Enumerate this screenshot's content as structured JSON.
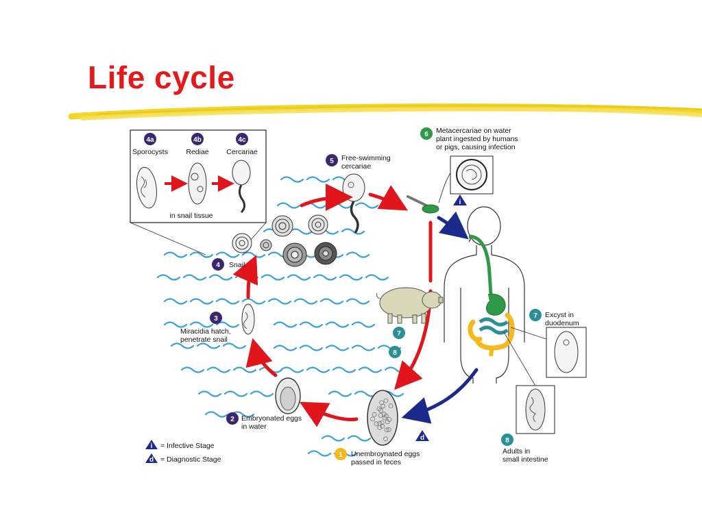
{
  "slide": {
    "title": "Life cycle",
    "accent_color": "#e3191c",
    "brush_color": "#f2d72a"
  },
  "diagram": {
    "inset": {
      "stages": [
        {
          "badge": "4a",
          "label": "Sporocysts"
        },
        {
          "badge": "4b",
          "label": "Rediae"
        },
        {
          "badge": "4c",
          "label": "Cercariae"
        }
      ],
      "caption": "in snail tissue"
    },
    "steps": [
      {
        "badge": "1",
        "badge_color": "#f5b91e",
        "lines": [
          "Unembroynated eggs",
          "passed in feces"
        ]
      },
      {
        "badge": "2",
        "badge_color": "#3b2770",
        "lines": [
          "Embryonated eggs",
          "in water"
        ]
      },
      {
        "badge": "3",
        "badge_color": "#3b2770",
        "lines": [
          "Miracidia hatch,",
          "penetrate snail"
        ]
      },
      {
        "badge": "4",
        "badge_color": "#3b2770",
        "lines": [
          "Snail"
        ]
      },
      {
        "badge": "5",
        "badge_color": "#3b2770",
        "lines": [
          "Free-swimming",
          "cercariae"
        ]
      },
      {
        "badge": "6",
        "badge_color": "#2e9a48",
        "lines": [
          "Metacercariae on water",
          "plant ingested by humans",
          "or pigs, causing infection"
        ]
      },
      {
        "badge": "7",
        "badge_color": "#2b8f97",
        "lines": [
          "Excyst in",
          "duodenum"
        ]
      },
      {
        "badge": "8",
        "badge_color": "#2b8f97",
        "lines": [
          "Adults in",
          "small intestine"
        ]
      }
    ],
    "pig_badges": [
      "7",
      "8"
    ],
    "legend": [
      {
        "symbol": "i",
        "label": "= Infective Stage"
      },
      {
        "symbol": "d",
        "label": "= Diagnostic Stage"
      }
    ],
    "colors": {
      "red_arrow": "#e0161c",
      "blue_arrow": "#1b2a8c",
      "water": "#3aa0e0",
      "teal_badge": "#2b8f97",
      "purple_badge": "#3b2770",
      "green": "#2e9a48",
      "yellow": "#f5b91e"
    }
  }
}
